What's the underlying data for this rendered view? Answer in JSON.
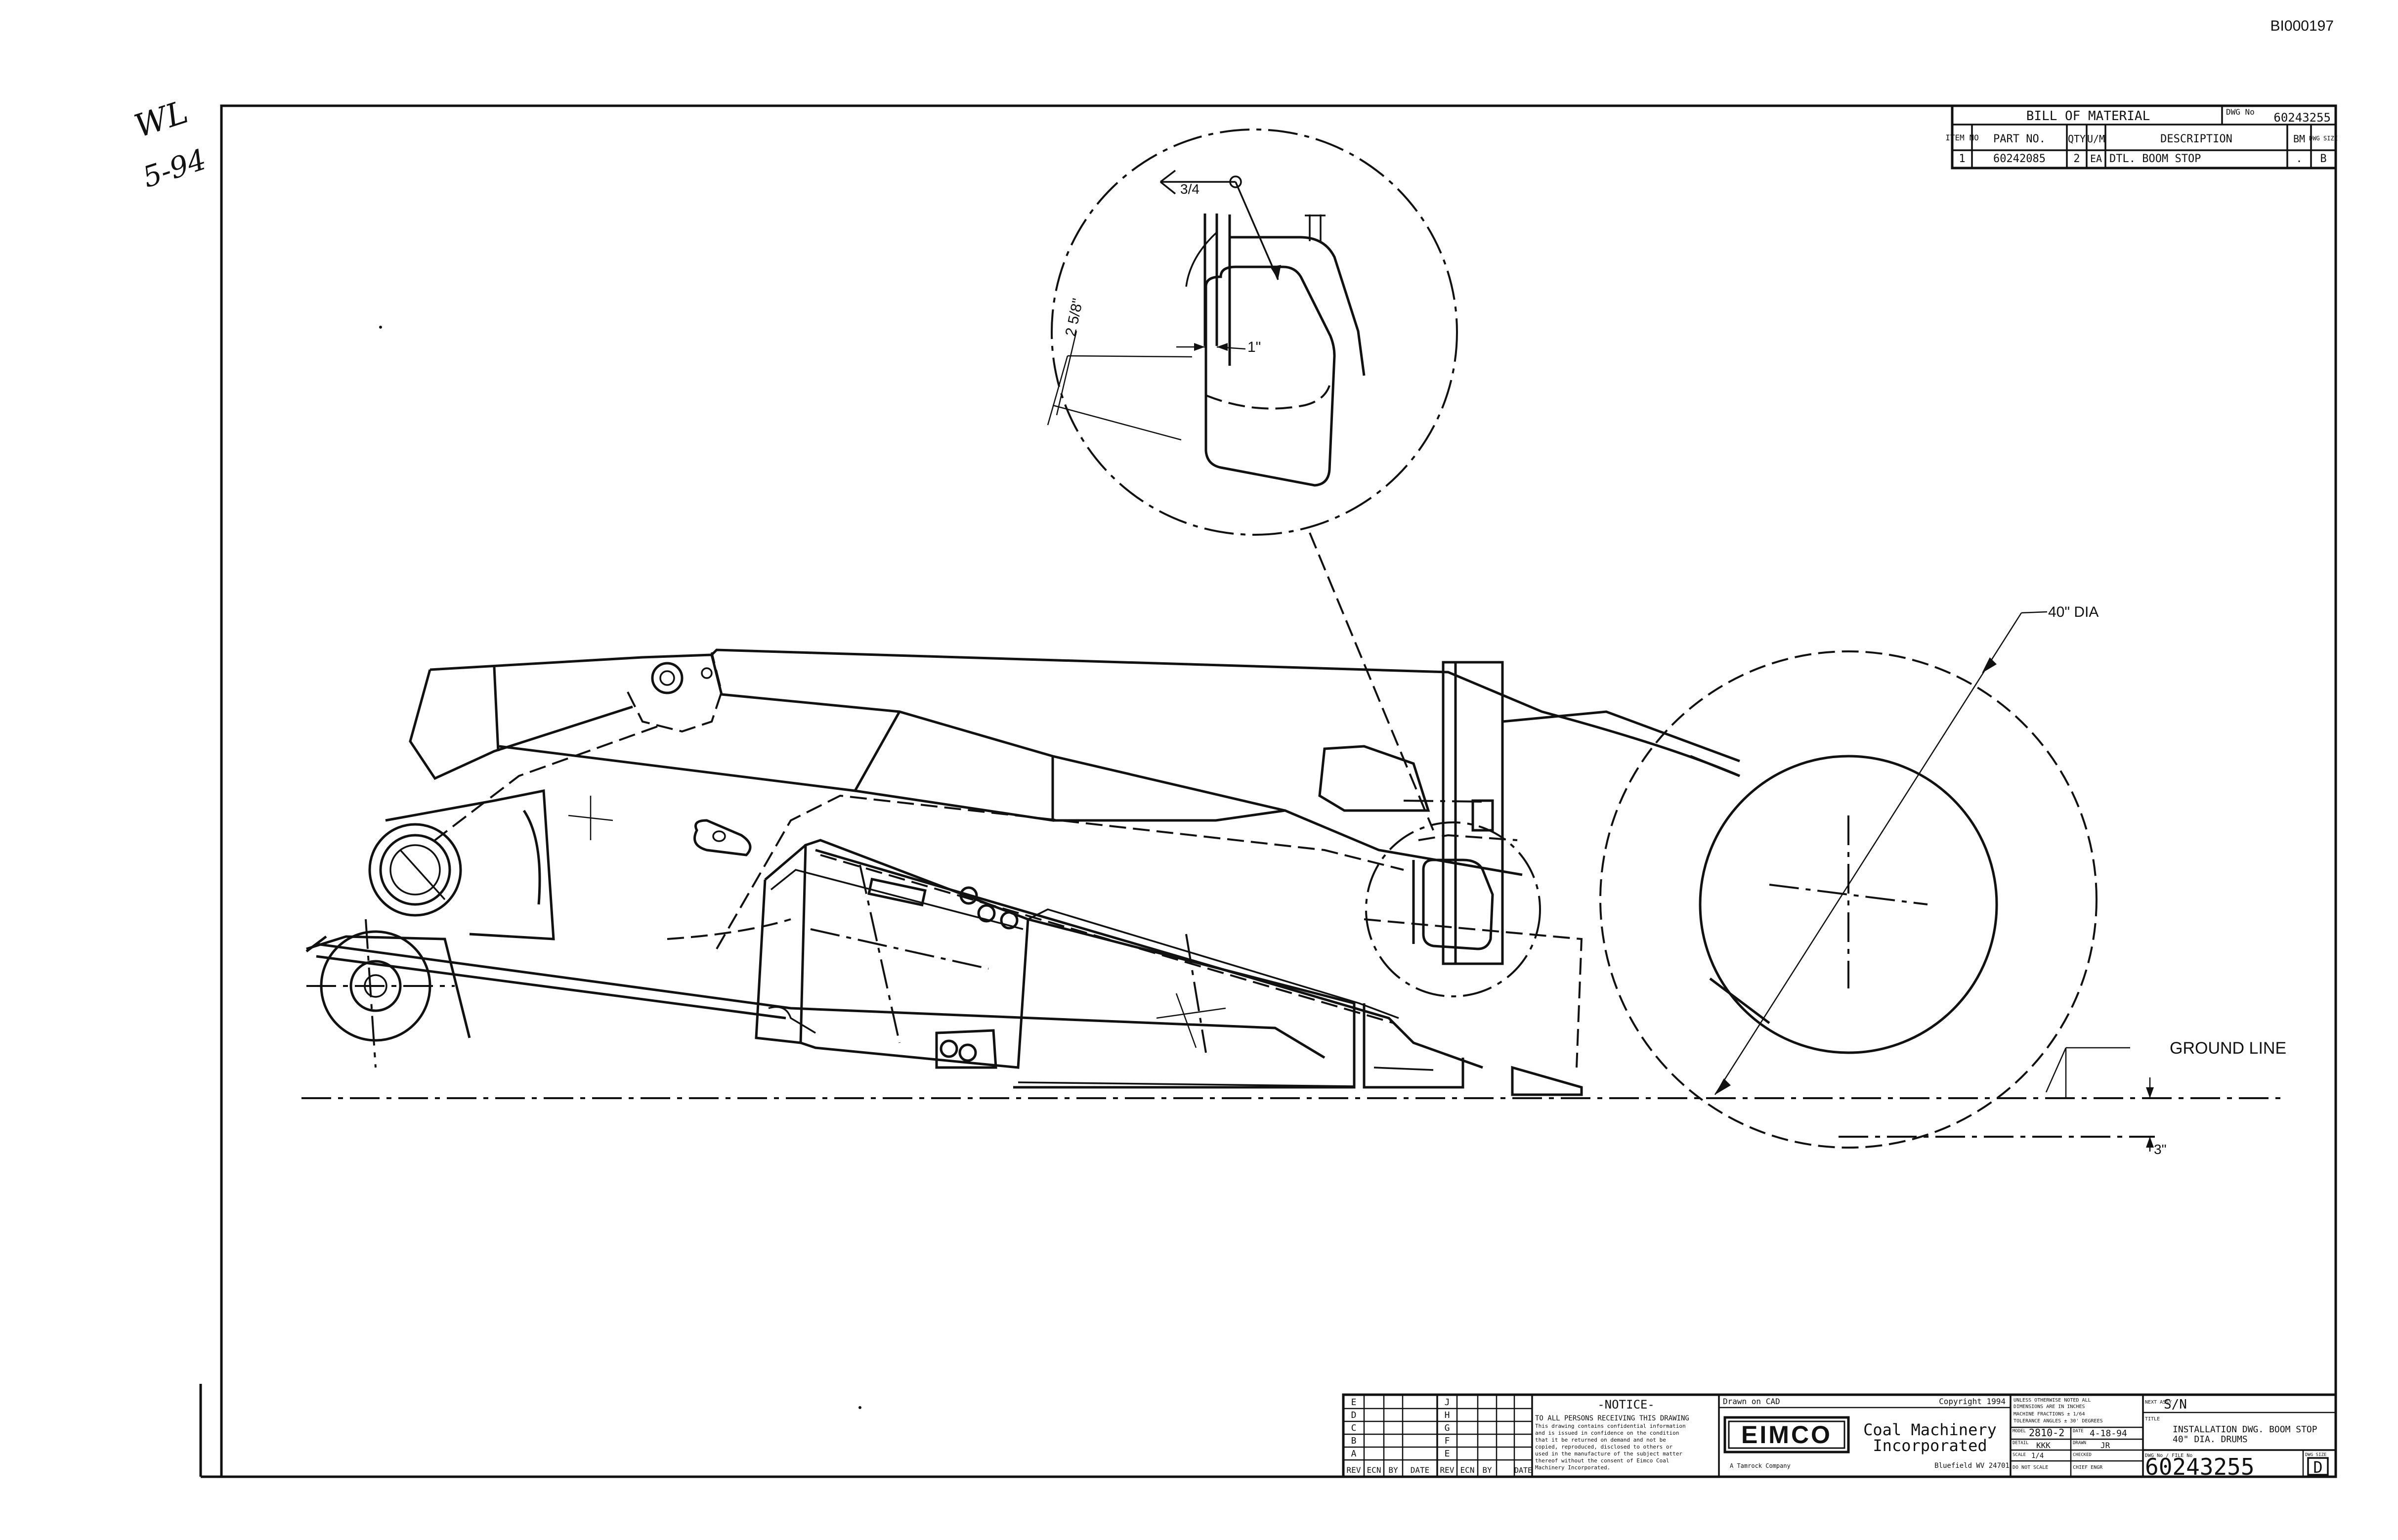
{
  "page_id": "BI000197",
  "handwritten_note": [
    "WL",
    "5-94"
  ],
  "drawing": {
    "detail_dimensions": [
      "3/4",
      "2 5/8\"",
      "1\""
    ],
    "drum_label": "40\" DIA",
    "ground_label": "GROUND LINE",
    "clearance_label": "3\""
  },
  "bill_of_material": {
    "title": "BILL OF MATERIAL",
    "dwg_no_label": "DWG No",
    "dwg_no": "60243255",
    "headers": {
      "item": "ITEM NO",
      "part": "PART NO.",
      "qty": "QTY",
      "um": "U/M",
      "desc": "DESCRIPTION",
      "bm": "BM",
      "dwg_size": "DWG SIZE"
    },
    "rows": [
      {
        "item": "1",
        "part": "60242085",
        "qty": "2",
        "um": "EA",
        "desc": "DTL. BOOM STOP",
        "bm": ".",
        "size": "B"
      }
    ]
  },
  "title_block": {
    "revision_letters": [
      "E",
      "D",
      "C",
      "B",
      "A"
    ],
    "revision_letters_right": [
      "J",
      "H",
      "G",
      "F",
      "E"
    ],
    "revision_headers": [
      "REV",
      "ECN",
      "BY",
      "DATE"
    ],
    "notice_title": "-NOTICE-",
    "notice_text": [
      "TO ALL PERSONS RECEIVING THIS DRAWING",
      "This drawing contains confidential information",
      "and is issued in confidence on the condition",
      "that it be returned on demand and not be",
      "copied, reproduced, disclosed to others or",
      "used in the manufacture of the subject matter",
      "thereof without the consent of Eimco Coal",
      "Machinery Incorporated."
    ],
    "drawn_on": "Drawn on CAD",
    "copyright": "Copyright 1994",
    "logo": "EIMCO",
    "company_line1": "Coal Machinery",
    "company_line2": "Incorporated",
    "parent_line": "A Tamrock Company",
    "city": "Bluefield WV 24701",
    "tolerance_notes": [
      "UNLESS OTHERWISE NOTED ALL",
      "DIMENSIONS ARE IN INCHES",
      "MACHINE    FRACTIONS ± 1/64",
      "TOLERANCE  ANGLES ± 30' DEGREES"
    ],
    "model_label": "MODEL",
    "model": "2810-2",
    "date_label": "DATE",
    "date": "4-18-94",
    "detail_label": "DETAIL",
    "detail": "KKK",
    "drawn_label": "DRAWN",
    "drawn": "JR",
    "scale_label": "SCALE",
    "scale": "1/4",
    "checked_label": "CHECKED",
    "do_not_scale": "DO NOT SCALE",
    "chief_engr": "CHIEF ENGR",
    "next_assy_label": "NEXT ASSY",
    "next_assy": "S/N",
    "title_label": "TITLE",
    "title_line1": "INSTALLATION DWG. BOOM STOP",
    "title_line2": "40\" DIA. DRUMS",
    "dwg_no_label": "DWG No / FILE No",
    "dwg_no": "60243255",
    "size_label": "DWG SIZE",
    "size": "D"
  }
}
